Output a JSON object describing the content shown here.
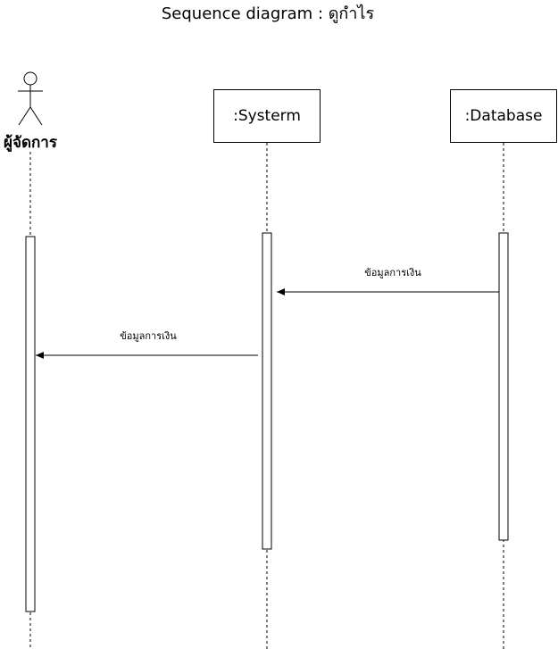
{
  "title": "Sequence diagram : ดูกำไร",
  "participants": {
    "actor": {
      "label": "ผู้จัดการ",
      "icon": "stick-figure-actor-icon"
    },
    "system": {
      "label": ":Systerm"
    },
    "database": {
      "label": ":Database"
    }
  },
  "messages": [
    {
      "from": ":Database",
      "to": ":Systerm",
      "label": "ข้อมูลการเงิน"
    },
    {
      "from": ":Systerm",
      "to": "ผู้จัดการ",
      "label": "ข้อมูลการเงิน"
    }
  ],
  "colors": {
    "line": "#000000",
    "background": "#ffffff"
  }
}
